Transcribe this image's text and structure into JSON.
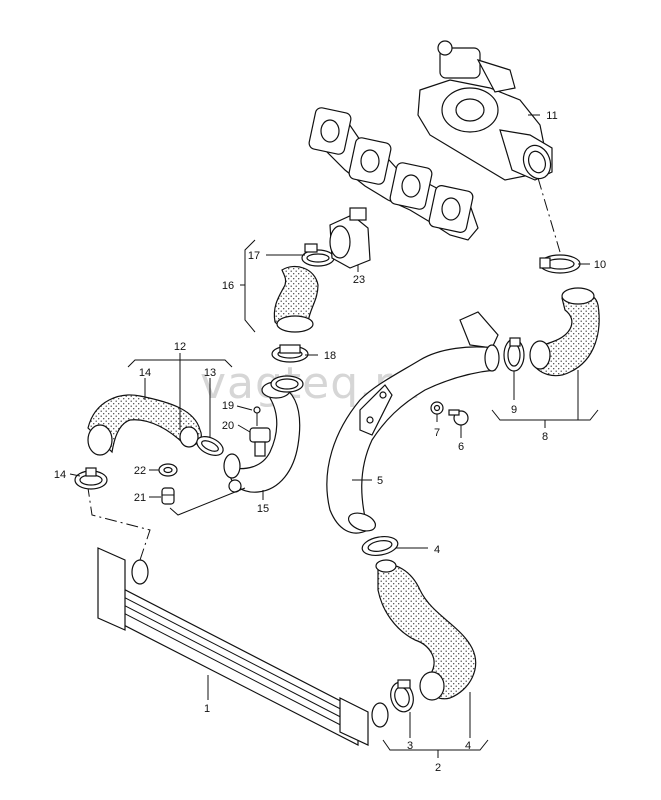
{
  "watermark": "vagteq.ru",
  "callouts": [
    {
      "id": "c1",
      "label": "1"
    },
    {
      "id": "c2",
      "label": "2"
    },
    {
      "id": "c3",
      "label": "3"
    },
    {
      "id": "c4a",
      "label": "4"
    },
    {
      "id": "c4b",
      "label": "4"
    },
    {
      "id": "c5",
      "label": "5"
    },
    {
      "id": "c6",
      "label": "6"
    },
    {
      "id": "c7",
      "label": "7"
    },
    {
      "id": "c8",
      "label": "8"
    },
    {
      "id": "c9",
      "label": "9"
    },
    {
      "id": "c10",
      "label": "10"
    },
    {
      "id": "c11",
      "label": "11"
    },
    {
      "id": "c12",
      "label": "12"
    },
    {
      "id": "c13",
      "label": "13"
    },
    {
      "id": "c14a",
      "label": "14"
    },
    {
      "id": "c14b",
      "label": "14"
    },
    {
      "id": "c15",
      "label": "15"
    },
    {
      "id": "c16",
      "label": "16"
    },
    {
      "id": "c17",
      "label": "17"
    },
    {
      "id": "c18",
      "label": "18"
    },
    {
      "id": "c19",
      "label": "19"
    },
    {
      "id": "c20",
      "label": "20"
    },
    {
      "id": "c21",
      "label": "21"
    },
    {
      "id": "c22",
      "label": "22"
    },
    {
      "id": "c23",
      "label": "23"
    }
  ]
}
